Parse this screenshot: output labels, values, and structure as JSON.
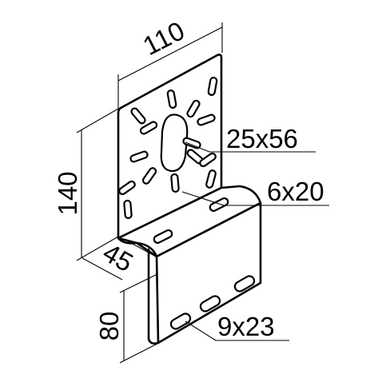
{
  "dimensions": {
    "width": "110",
    "height": "140",
    "depth": "45",
    "side_height": "80"
  },
  "slots": {
    "center": "25x56",
    "upper": "6x20",
    "lower": "9x23"
  }
}
